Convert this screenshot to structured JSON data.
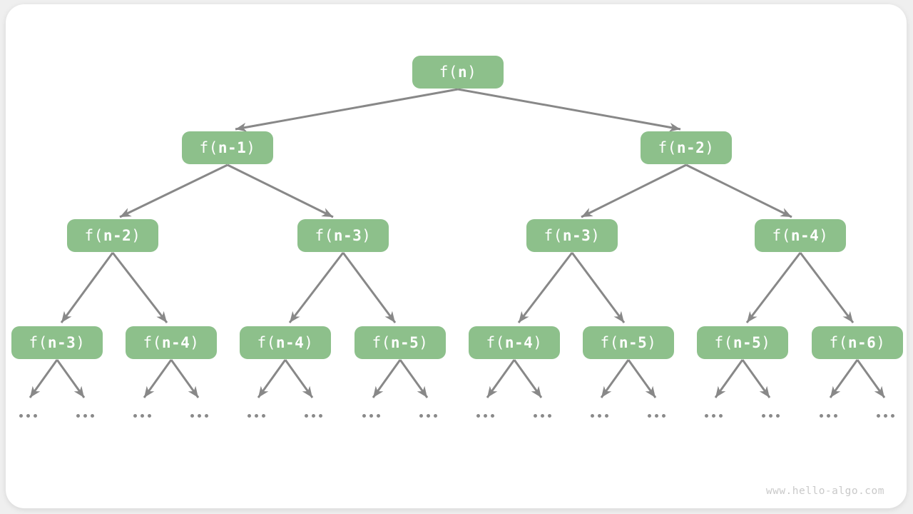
{
  "figure": {
    "kind": "recursion-tree",
    "description_visible_text_only": true
  },
  "colors": {
    "node_fill": "#8dc08b",
    "node_text": "#ffffff",
    "arrow": "#888888",
    "ellipsis_dot": "#8a8a8a",
    "card_background": "#ffffff",
    "page_background": "#efefef",
    "watermark_text": "#c9c9c9"
  },
  "ellipsis_label": "...",
  "watermark": "www.hello-algo.com",
  "tree": {
    "nodes": [
      {
        "level": 0,
        "label": "f(n)",
        "pre": "f(",
        "arg": "n",
        "post": ")"
      },
      {
        "level": 1,
        "label": "f(n-1)",
        "pre": "f(",
        "arg": "n-1",
        "post": ")"
      },
      {
        "level": 1,
        "label": "f(n-2)",
        "pre": "f(",
        "arg": "n-2",
        "post": ")"
      },
      {
        "level": 2,
        "label": "f(n-2)",
        "pre": "f(",
        "arg": "n-2",
        "post": ")"
      },
      {
        "level": 2,
        "label": "f(n-3)",
        "pre": "f(",
        "arg": "n-3",
        "post": ")"
      },
      {
        "level": 2,
        "label": "f(n-3)",
        "pre": "f(",
        "arg": "n-3",
        "post": ")"
      },
      {
        "level": 2,
        "label": "f(n-4)",
        "pre": "f(",
        "arg": "n-4",
        "post": ")"
      },
      {
        "level": 3,
        "label": "f(n-3)",
        "pre": "f(",
        "arg": "n-3",
        "post": ")"
      },
      {
        "level": 3,
        "label": "f(n-4)",
        "pre": "f(",
        "arg": "n-4",
        "post": ")"
      },
      {
        "level": 3,
        "label": "f(n-4)",
        "pre": "f(",
        "arg": "n-4",
        "post": ")"
      },
      {
        "level": 3,
        "label": "f(n-5)",
        "pre": "f(",
        "arg": "n-5",
        "post": ")"
      },
      {
        "level": 3,
        "label": "f(n-4)",
        "pre": "f(",
        "arg": "n-4",
        "post": ")"
      },
      {
        "level": 3,
        "label": "f(n-5)",
        "pre": "f(",
        "arg": "n-5",
        "post": ")"
      },
      {
        "level": 3,
        "label": "f(n-5)",
        "pre": "f(",
        "arg": "n-5",
        "post": ")"
      },
      {
        "level": 3,
        "label": "f(n-6)",
        "pre": "f(",
        "arg": "n-6",
        "post": ")"
      }
    ]
  }
}
